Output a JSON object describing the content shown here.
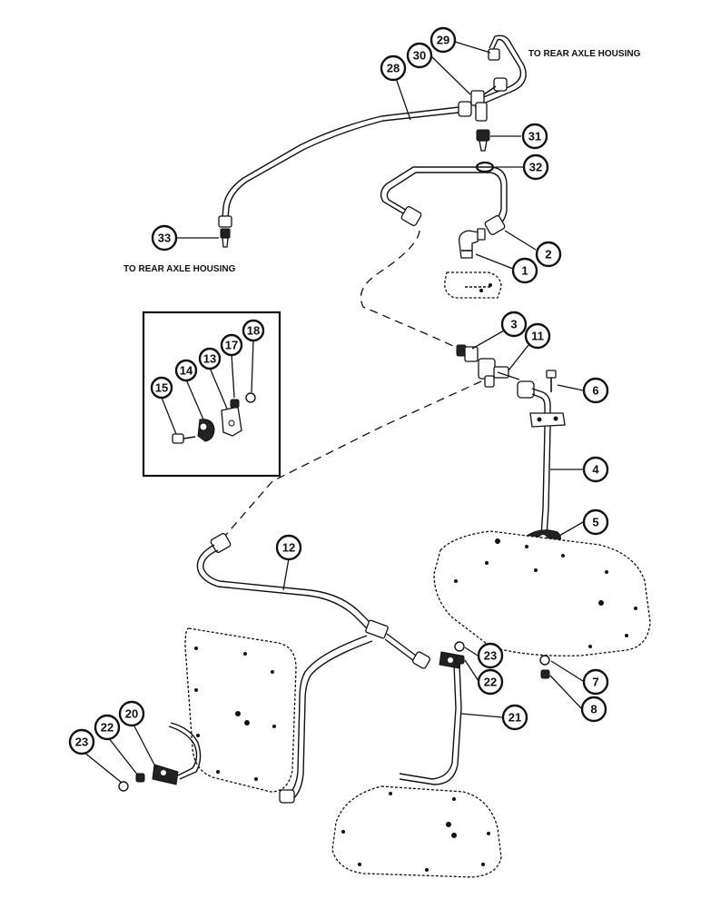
{
  "labels": {
    "rear_axle_top": "TO REAR AXLE HOUSING",
    "rear_axle_left": "TO REAR AXLE HOUSING"
  },
  "callouts": [
    "29",
    "30",
    "28",
    "31",
    "32",
    "2",
    "1",
    "33",
    "3",
    "11",
    "6",
    "4",
    "5",
    "12",
    "7",
    "8",
    "23",
    "22",
    "21",
    "20",
    "18",
    "17",
    "13",
    "14",
    "15"
  ]
}
